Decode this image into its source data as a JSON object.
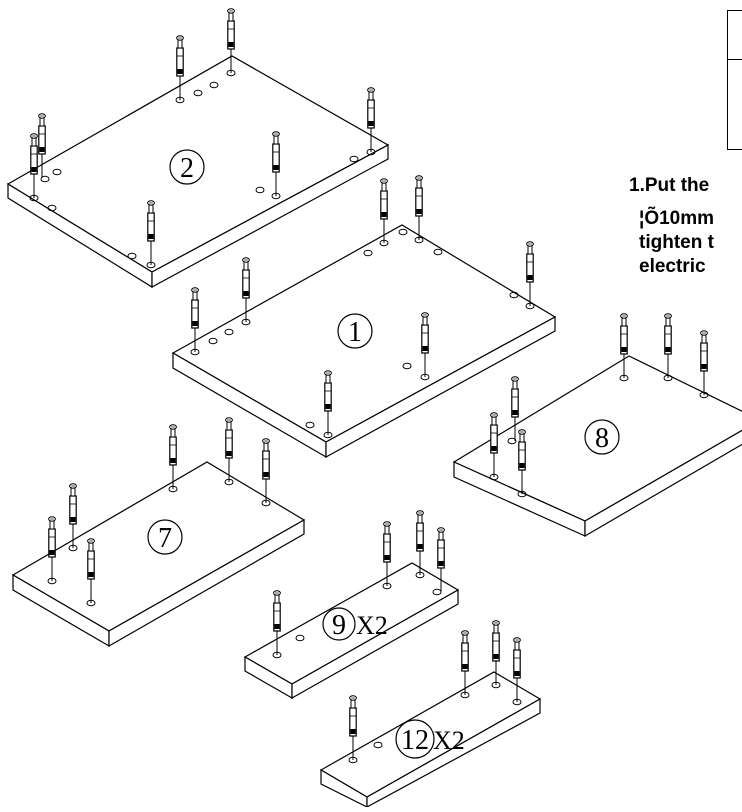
{
  "instructions": {
    "line1": "1.Put the",
    "line2": "¦Õ10mm",
    "line3": "tighten t",
    "line4": "electric"
  },
  "panels": [
    {
      "id": "panel-2",
      "label": "2",
      "suffix": ""
    },
    {
      "id": "panel-1",
      "label": "1",
      "suffix": ""
    },
    {
      "id": "panel-8",
      "label": "8",
      "suffix": ""
    },
    {
      "id": "panel-7",
      "label": "7",
      "suffix": ""
    },
    {
      "id": "panel-9",
      "label": "9",
      "suffix": "X2"
    },
    {
      "id": "panel-12",
      "label": "12",
      "suffix": "X2"
    }
  ]
}
